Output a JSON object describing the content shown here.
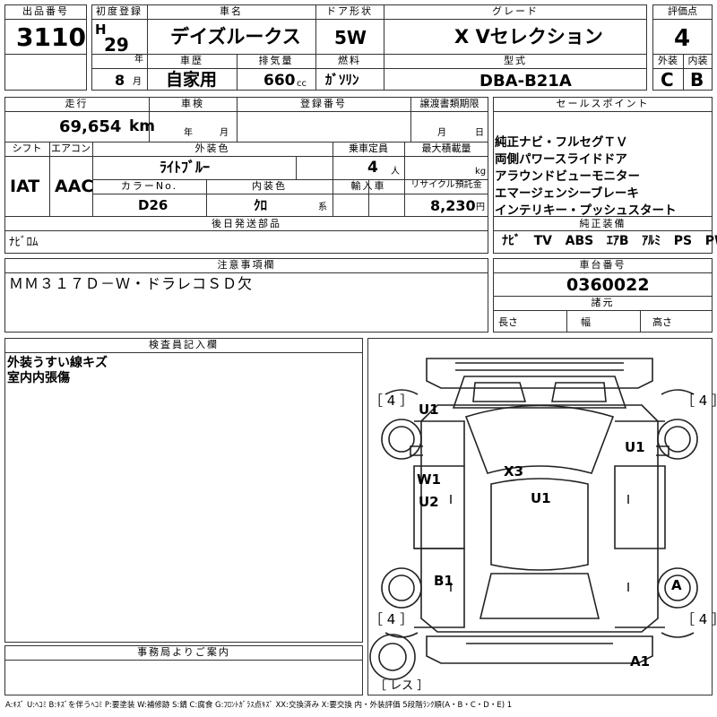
{
  "header": {
    "lot_label": "出品番号",
    "lot_no": "3110",
    "first_reg_label": "初度登録",
    "era": "H",
    "year": "29",
    "year_unit": "年",
    "month": "8",
    "month_unit": "月",
    "car_name_label": "車名",
    "car_name": "デイズルークス",
    "door_label": "ドア形状",
    "door": "5W",
    "grade_label": "グレード",
    "grade": "X Vセレクション",
    "score_label": "評価点",
    "score": "4",
    "history_label": "車歴",
    "history": "自家用",
    "displacement_label": "排気量",
    "displacement": "660",
    "displacement_unit": "cc",
    "fuel_label": "燃料",
    "fuel": "ｶﾞｿﾘﾝ",
    "model_label": "型式",
    "model": "DBA-B21A",
    "exterior_label": "外装",
    "exterior_grade": "C",
    "interior_label": "内装",
    "interior_grade": "B"
  },
  "row2": {
    "mileage_label": "走行",
    "mileage": "69,654",
    "mileage_unit": "km",
    "inspection_label": "車検",
    "insp_year": "年",
    "insp_month": "月",
    "regno_label": "登録番号",
    "handover_label": "譲渡書類期限",
    "ho_month": "月",
    "ho_day": "日",
    "shift_label": "シフト",
    "shift": "IAT",
    "ac_label": "エアコン",
    "ac": "AAC",
    "ext_color_label": "外装色",
    "ext_color": "ﾗｲﾄﾌﾞﾙｰ",
    "capacity_label": "乗車定員",
    "capacity": "4",
    "capacity_unit": "人",
    "payload_label": "最大積載量",
    "payload_unit": "kg",
    "color_no_label": "カラーNo.",
    "color_no": "D26",
    "int_color_label": "内装色",
    "int_color": "ｸﾛ",
    "int_color_unit": "系",
    "import_label": "輸入車",
    "recycle_label": "リサイクル預託金",
    "recycle": "8,230",
    "recycle_unit": "円",
    "later_parts_label": "後日発送部品",
    "later_parts": "ﾅﾋﾞﾛﾑ"
  },
  "sales": {
    "label": "セールスポイント",
    "lines": [
      "純正ナビ・フルセグＴＶ",
      "両側パワースライドドア",
      "アラウンドビューモニター",
      "エマージェンシーブレーキ",
      "インテリキー・プッシュスタート"
    ],
    "equip_label": "純正装備",
    "equipment": [
      "ﾅﾋﾞ",
      "TV",
      "ABS",
      "ｴｱB",
      "ｱﾙﾐ",
      "PS",
      "PW"
    ]
  },
  "notes": {
    "label": "注意事項欄",
    "text": "ＭＭ３１７Ｄ－Ｗ・ドラレコＳＤ欠"
  },
  "chassis": {
    "label": "車台番号",
    "number": "0360022",
    "dims_label": "諸元",
    "length": "長さ",
    "width": "幅",
    "height": "高さ"
  },
  "inspector": {
    "label": "検査員記入欄",
    "lines": [
      "外装うすい線キズ",
      "室内内張傷"
    ]
  },
  "office": {
    "label": "事務局よりご案内"
  },
  "diagram": {
    "tires": [
      "［ 4 ］",
      "［ 4 ］",
      "［ 4 ］",
      "［ 4 ］"
    ],
    "spare": "［ レス ］",
    "marks": [
      "U1",
      "U1",
      "W1",
      "U2",
      "X3",
      "U1",
      "B1",
      "A",
      "A1"
    ]
  },
  "legend": "A:ｷｽﾞ U:ﾍｺﾐ B:ｷｽﾞを伴うﾍｺﾐ P:要塗装 W:補修跡 S:錆 C:腐食 G:ﾌﾛﾝﾄｶﾞﾗｽ点ｷｽﾞ XX:交換済み X:要交換 内・外装評価 5段階ﾗﾝｸ順(A・B・C・D・E) 1"
}
